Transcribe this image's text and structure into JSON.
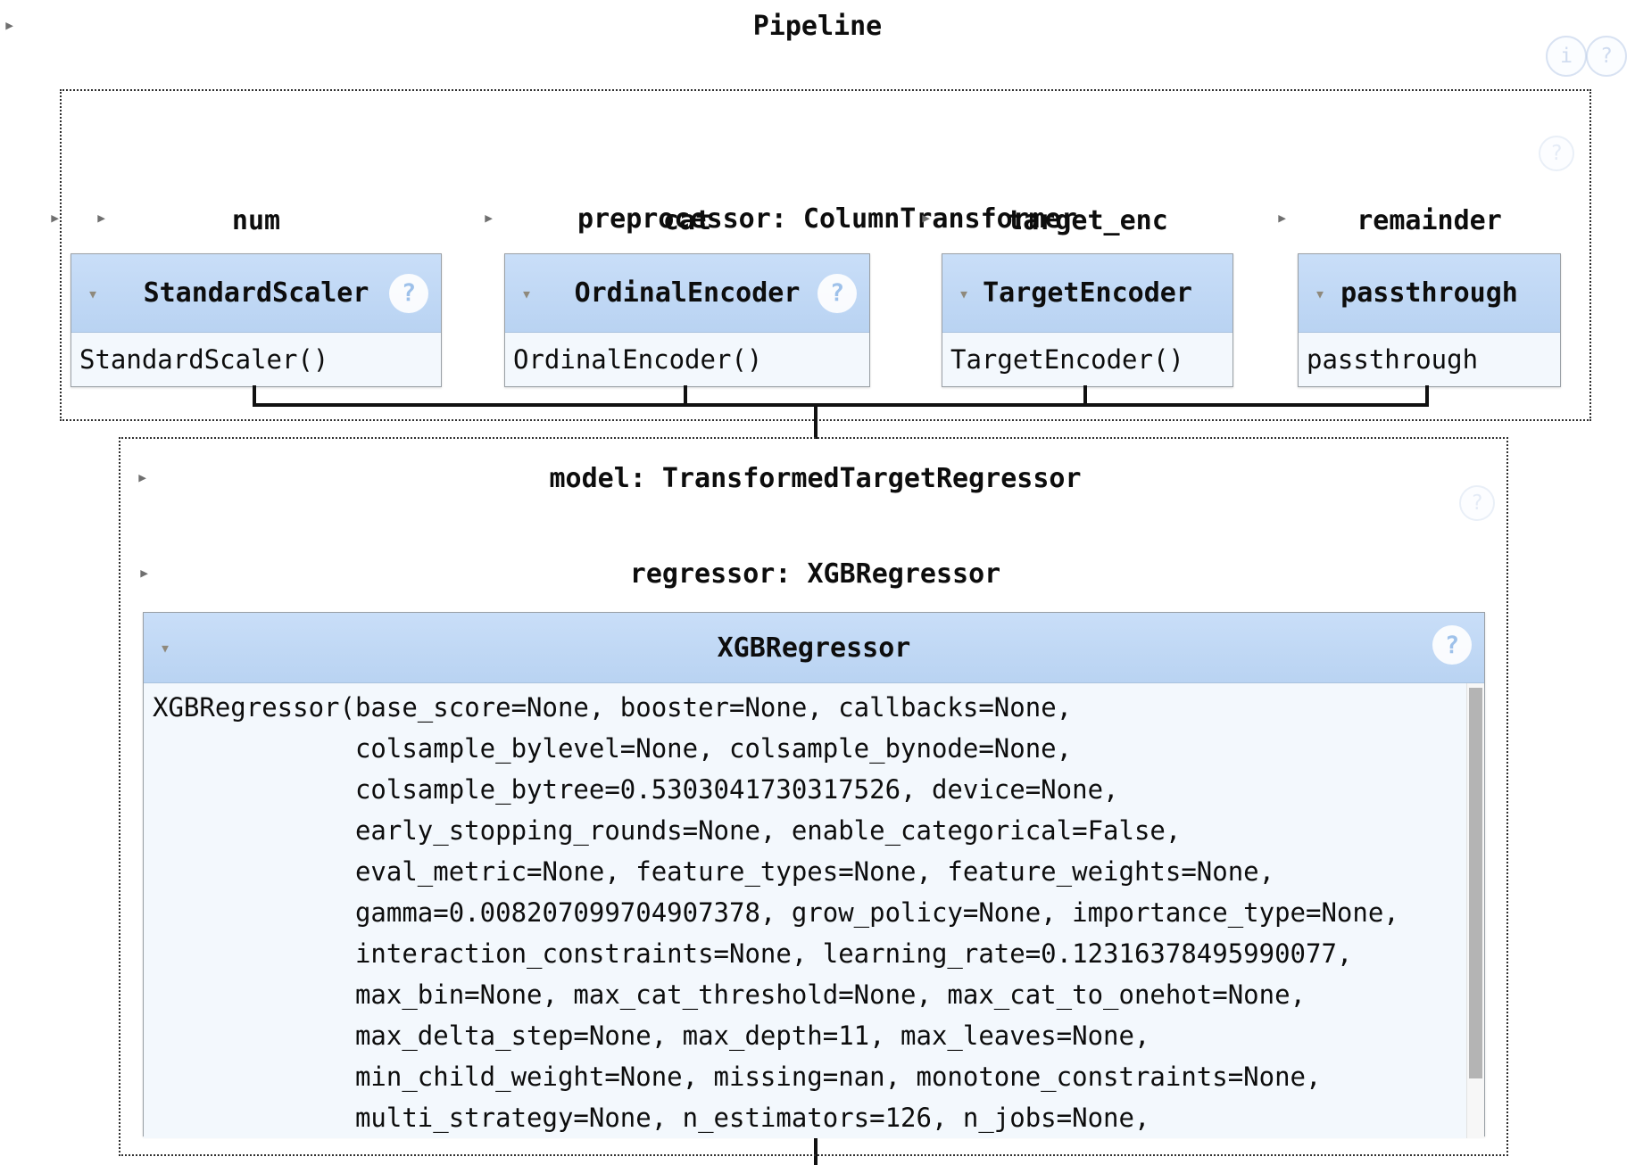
{
  "title": "Pipeline",
  "icons": {
    "collapsed_arrow": "▸",
    "expanded_arrow": "▾",
    "info_glyph": "i",
    "help_glyph": "?"
  },
  "colors": {
    "estimator_header_blue": "#bdd6f3",
    "estimator_body_blue_white": "#f3f8fd",
    "help_icon_blue": "#9cc0ea",
    "connector_black": "#111111"
  },
  "preprocessor": {
    "label": "preprocessor: ColumnTransformer",
    "columns": [
      {
        "name": "num",
        "estimator": "StandardScaler",
        "code": "StandardScaler()",
        "has_help": true
      },
      {
        "name": "cat",
        "estimator": "OrdinalEncoder",
        "code": "OrdinalEncoder()",
        "has_help": true
      },
      {
        "name": "target_enc",
        "estimator": "TargetEncoder",
        "code": "TargetEncoder()",
        "has_help": false
      },
      {
        "name": "remainder",
        "estimator": "passthrough",
        "code": "passthrough",
        "has_help": false
      }
    ]
  },
  "model": {
    "label": "model: TransformedTargetRegressor",
    "regressor_label": "regressor: XGBRegressor",
    "estimator": {
      "name": "XGBRegressor",
      "params_lines": [
        "XGBRegressor(base_score=None, booster=None, callbacks=None,",
        "colsample_bylevel=None, colsample_bynode=None,",
        "colsample_bytree=0.5303041730317526, device=None,",
        "early_stopping_rounds=None, enable_categorical=False,",
        "eval_metric=None, feature_types=None, feature_weights=None,",
        "gamma=0.008207099704907378, grow_policy=None, importance_type=None,",
        "interaction_constraints=None, learning_rate=0.12316378495990077,",
        "max_bin=None, max_cat_threshold=None, max_cat_to_onehot=None,",
        "max_delta_step=None, max_depth=11, max_leaves=None,",
        "min_child_weight=None, missing=nan, monotone_constraints=None,",
        "multi_strategy=None, n_estimators=126, n_jobs=None,"
      ]
    }
  }
}
